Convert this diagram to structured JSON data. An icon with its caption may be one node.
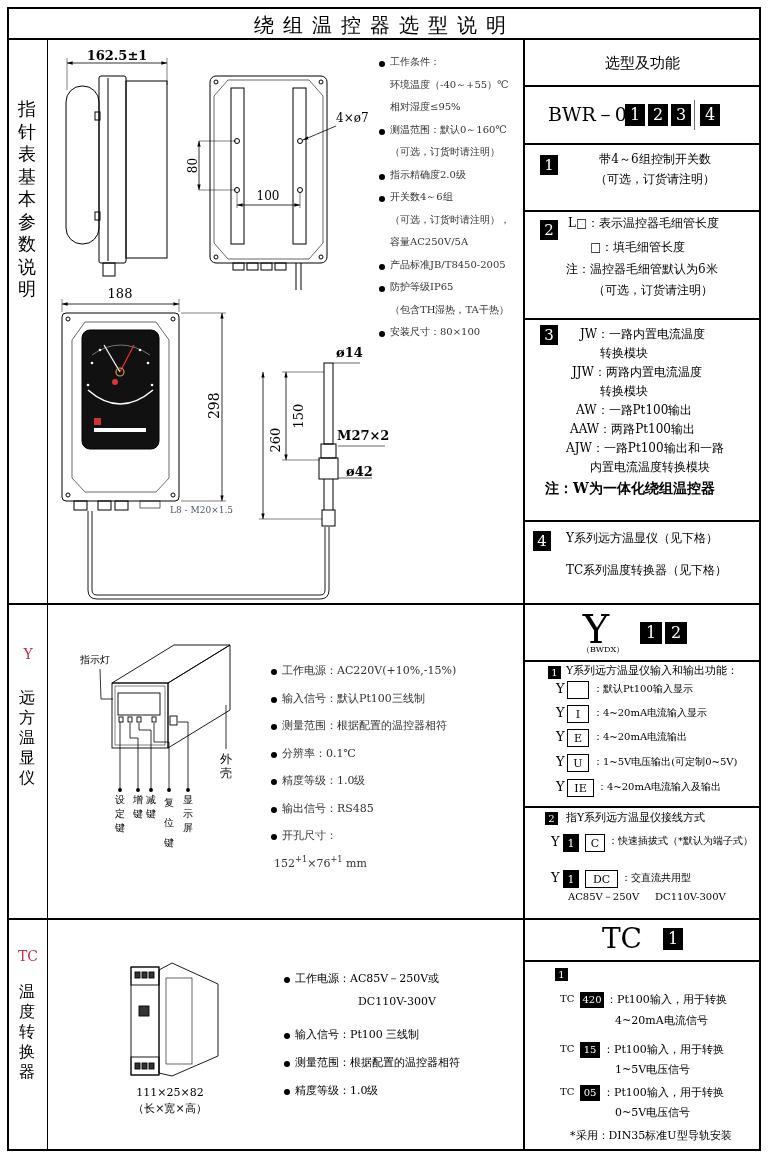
{
  "diagram": {
    "title": "绕组温控器选型说明",
    "nodes": [
      {
        "text": [
          "1"
        ]
      },
      {
        "text": [
          "2"
        ]
      },
      {
        "text": [
          "3"
        ]
      },
      {
        "text": [
          "4"
        ]
      },
      {
        "text": [
          "1"
        ]
      },
      {
        "text": [
          "2"
        ]
      },
      {
        "text": [
          "3"
        ]
      },
      {
        "text": [
          "4"
        ]
      },
      {
        "text": [
          "指示灯"
        ]
      },
      {
        "text": [
          "设定键"
        ]
      },
      {
        "text": [
          "增键"
        ]
      },
      {
        "text": [
          "减键"
        ]
      },
      {
        "text": [
          "复位键"
        ]
      },
      {
        "text": [
          "显示屏"
        ]
      },
      {
        "text": [
          "外壳"
        ]
      },
      {
        "text": [
          "1"
        ]
      },
      {
        "text": [
          "2"
        ]
      },
      {
        "text": [
          "1"
        ]
      },
      {
        "text": [],
        "shape": "box"
      },
      {
        "text": [
          "I"
        ]
      },
      {
        "text": [
          "E"
        ]
      },
      {
        "text": [
          "U"
        ]
      },
      {
        "text": [
          "IE"
        ]
      },
      {
        "text": [
          "2"
        ]
      },
      {
        "text": [
          "1"
        ]
      },
      {
        "text": [
          "C"
        ]
      },
      {
        "text": [
          "1"
        ]
      },
      {
        "text": [
          "DC"
        ]
      },
      {
        "text": [
          "1"
        ]
      },
      {
        "text": [
          "1"
        ]
      },
      {
        "text": [
          "420"
        ]
      },
      {
        "text": [
          "15"
        ]
      },
      {
        "text": [
          "05"
        ]
      },
      {
        "text": [],
        "shape": "picture"
      }
    ],
    "edges": [
      {
        "from": 8,
        "to": 33,
        "arrow": "none"
      },
      {
        "from": 9,
        "to": 33,
        "arrow": "other"
      },
      {
        "from": 10,
        "to": 33,
        "arrow": "other"
      },
      {
        "from": 11,
        "to": 33,
        "arrow": "other"
      },
      {
        "from": 12,
        "to": 33,
        "arrow": "other"
      },
      {
        "from": 13,
        "to": 33,
        "arrow": "other"
      },
      {
        "from": 14,
        "to": 33,
        "arrow": "none"
      }
    ],
    "labels": [
      "指针表基本参数说明",
      "162.5±1",
      "4×ø7",
      "80",
      "100",
      "188",
      "298",
      "ø14",
      "150",
      "M27×2",
      "260",
      "ø42",
      "L8 - M20×1.5",
      "工作条件：",
      "环境温度（-40～+55）℃",
      "相对湿度≤95%",
      "测温范围：默认0～160℃",
      "（可选，订货时请注明）",
      "指示精确度2.0级",
      "开关数4～6组",
      "（可选，订货时请注明），",
      "容量AC250V/5A",
      "产品标准JB/T8450-2005",
      "防护等级IP65",
      "（包含TH湿热，TA干热）",
      "安装尺寸：80×100",
      "选型及功能",
      "BWR－0",
      "带4～6组控制开关数",
      "（可选，订货请注明）",
      "L□：表示温控器毛细管长度",
      "□：填毛细管长度",
      "注：温控器毛细管默认为6米",
      "（可选，订货请注明）",
      "JW：一路内置电流温度",
      "转换模块",
      "JJW：两路内置电流温度",
      "转换模块",
      "AW：一路Pt100输出",
      "AAW：两路Pt100输出",
      "AJW：一路Pt100输出和一路",
      "内置电流温度转换模块",
      "注：W为一体化绕组温控器",
      "Y系列远方温显仪（见下格）",
      "TC系列温度转换器（见下格）",
      "Y",
      "远方温显仪",
      "工作电源：AC220V(+10%,-15%)",
      "输入信号：默认Pt100三线制",
      "测量范围：根据配置的温控器相符",
      "分辨率：0.1℃",
      "精度等级：1.0级",
      "输出信号：RS485",
      "开孔尺寸：",
      "152$^{+1}$×76$^{+1}$ mm",
      "Y",
      "（BWDX）",
      "Y系列远方温显仪输入和输出功能：",
      "Y",
      "：默认Pt100输入显示",
      "Y",
      "：4~20mA电流输入显示",
      "Y",
      "：4~20mA电流输出",
      "Y",
      "：1~5V电压输出(可定制0~5V)",
      "Y",
      "：4~20mA电流输入及输出",
      "指Y系列远方温显仪接线方式",
      "Y",
      "：快速插拔式（*默认为端子式）",
      "Y",
      "：交直流共用型",
      "AC85V－250V",
      "DC110V-300V",
      "TC",
      "温度转换器",
      "111×25×82",
      "（长×宽×高）",
      "工作电源：AC85V－250V或",
      "DC110V-300V",
      "输入信号：Pt100 三线制",
      "测量范围：根据配置的温控器相符",
      "精度等级：1.0级",
      "TC",
      "TC",
      "：Pt100输入，用于转换",
      "4~20mA电流信号",
      "TC",
      "：Pt100输入，用于转换",
      "1~5V电压信号",
      "TC",
      "：Pt100输入，用于转换",
      "0~5V电压信号",
      "*采用：DIN35标准U型导轨安装"
    ]
  }
}
